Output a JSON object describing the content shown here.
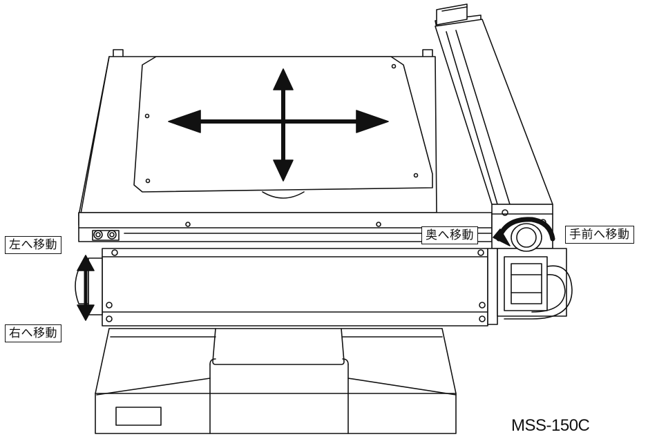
{
  "labels": {
    "move_left": "左へ移動",
    "move_right": "右へ移動",
    "move_back": "奥へ移動",
    "move_front": "手前へ移動"
  },
  "model": "MSS-150C",
  "colors": {
    "line": "#111111",
    "fill": "#ffffff",
    "arrow": "#111111"
  }
}
